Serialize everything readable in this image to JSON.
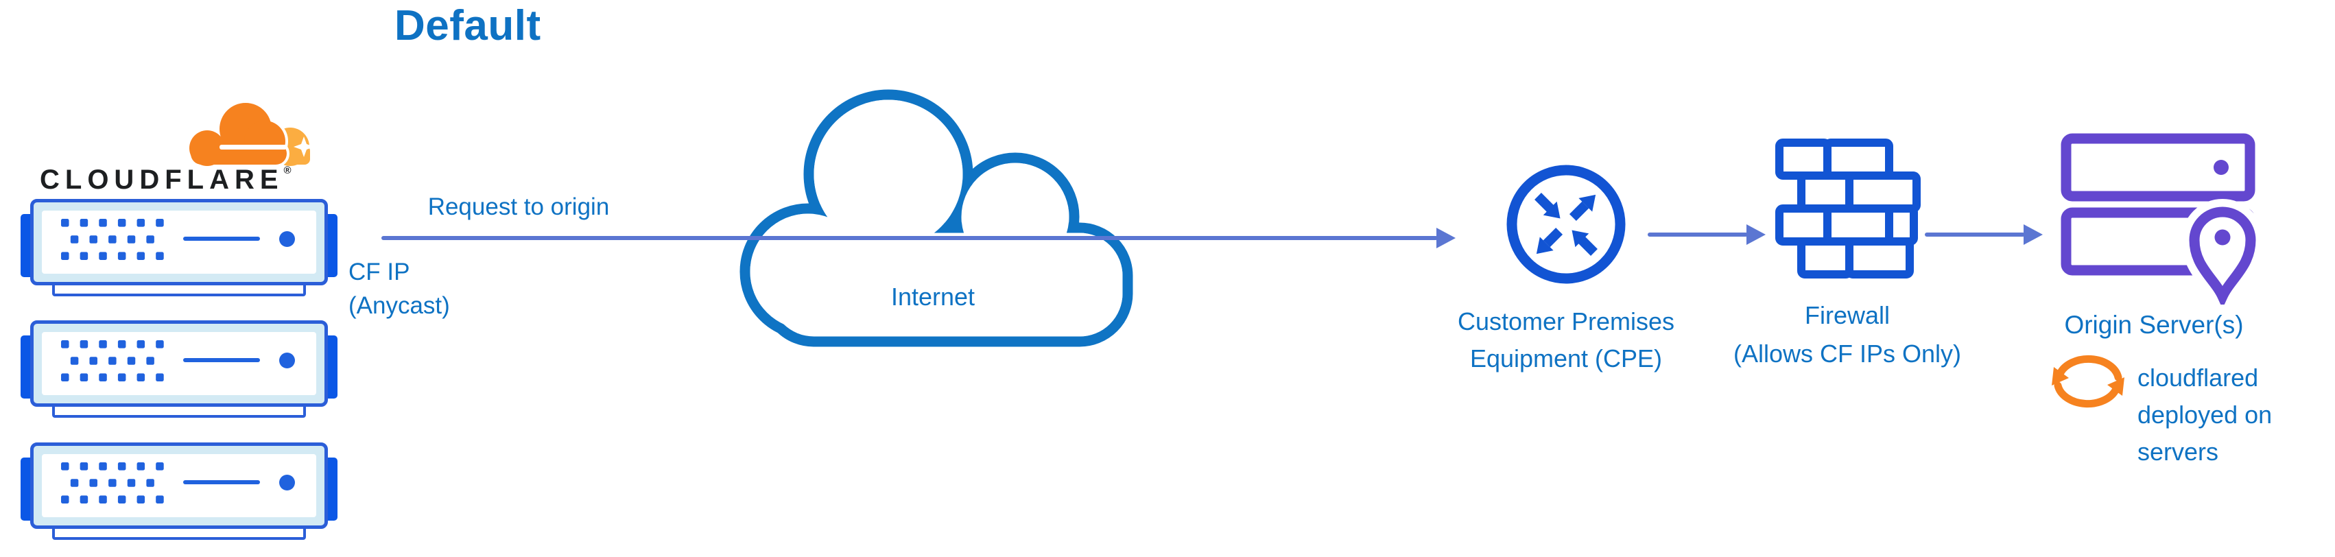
{
  "title": "Default",
  "brand": {
    "name": "CLOUDFLARE",
    "registered_mark": "®"
  },
  "edge": {
    "request_label": "Request to origin",
    "ip_label_lines": [
      "CF IP",
      "(Anycast)"
    ]
  },
  "nodes": {
    "internet": {
      "label": "Internet"
    },
    "cpe": {
      "label_lines": [
        "Customer Premises",
        "Equipment (CPE)"
      ]
    },
    "firewall": {
      "label_lines": [
        "Firewall",
        "(Allows CF IPs Only)"
      ]
    },
    "origin": {
      "label": "Origin Server(s)",
      "note_lines": [
        "cloudflared",
        "deployed on",
        "servers"
      ]
    }
  },
  "colors": {
    "text_blue": "#0e72c3",
    "connector_blue": "#5b76d2",
    "icon_blue": "#1254d3",
    "cloud_outline_blue": "#0f74c4",
    "server_border_blue": "#2b5ed8",
    "server_tab_blue": "#0b57e6",
    "server_band_blue": "#d3eaf4",
    "server_detail_blue": "#2062de",
    "origin_purple": "#6347cf",
    "brand_orange": "#f6821f",
    "brand_orange_light": "#fbad41",
    "brand_text": "#1d1f21"
  }
}
